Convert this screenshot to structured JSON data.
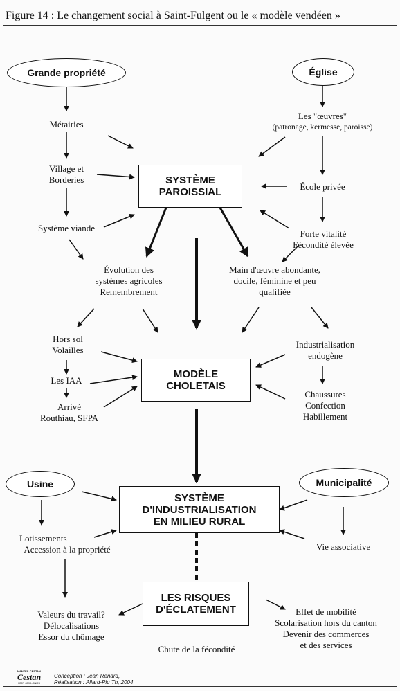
{
  "title": "Figure 14 : Le changement social à Saint-Fulgent ou le « modèle vendéen »",
  "ellipses": {
    "grande_propriete": "Grande propriété",
    "eglise": "Église",
    "usine": "Usine",
    "municipalite": "Municipalité"
  },
  "boxes": {
    "systeme_paroissial_l1": "SYSTÈME",
    "systeme_paroissial_l2": "PAROISSIAL",
    "modele_choletais_l1": "MODÈLE",
    "modele_choletais_l2": "CHOLETAIS",
    "industrialisation_l1": "SYSTÈME",
    "industrialisation_l2": "D'INDUSTRIALISATION",
    "industrialisation_l3": "EN MILIEU RURAL",
    "risques_l1": "LES RISQUES",
    "risques_l2": "D'ÉCLATEMENT"
  },
  "nodes": {
    "metairies": "Métairies",
    "village_l1": "Village et",
    "village_l2": "Borderies",
    "systeme_viande": "Système viande",
    "oeuvres_l1": "Les \"œuvres\"",
    "oeuvres_l2": "(patronage, kermesse, paroisse)",
    "ecole_privee": "École privée",
    "vitalite_l1": "Forte vitalité",
    "vitalite_l2": "Fécondité élevée",
    "evolution_l1": "Évolution des",
    "evolution_l2": "systèmes agricoles",
    "evolution_l3": "Remembrement",
    "main_l1": "Main d'œuvre abondante,",
    "main_l2": "docile, féminine et peu",
    "main_l3": "qualifiée",
    "hors_sol_l1": "Hors sol",
    "hors_sol_l2": "Volailles",
    "iaa": "Les IAA",
    "arrive_l1": "Arrivé",
    "arrive_l2": "Routhiau, SFPA",
    "endogene_l1": "Industrialisation",
    "endogene_l2": "endogène",
    "chaussures_l1": "Chaussures",
    "chaussures_l2": "Confection",
    "chaussures_l3": "Habillement",
    "lotissements_l1": "Lotissements",
    "lotissements_l2": "Accession à la propriété",
    "vie_associative": "Vie associative",
    "valeurs_l1": "Valeurs du travail?",
    "valeurs_l2": "Délocalisations",
    "valeurs_l3": "Essor du chômage",
    "chute": "Chute de la fécondité",
    "mobilite_l1": "Effet de mobilité",
    "mobilite_l2": "Scolarisation hors du canton",
    "mobilite_l3": "Devenir des commerces",
    "mobilite_l4": "et des services"
  },
  "credit": {
    "l1": "Conception : Jean Renard,",
    "l2": "Réalisation : Allard-Plu Th, 2004",
    "logo_top": "NANTES-CESTAN",
    "logo_main": "Cestan",
    "logo_bottom": "UMR 6590-CNRS"
  }
}
